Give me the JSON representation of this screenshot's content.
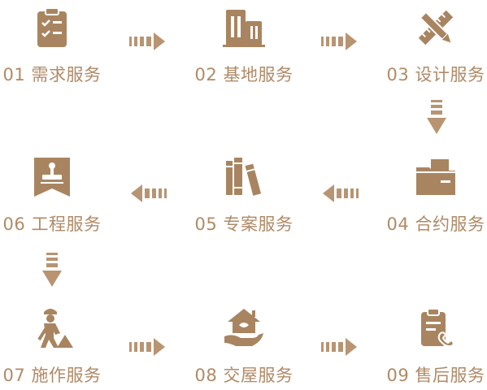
{
  "steps": [
    {
      "label": "01 需求服务",
      "icon": "clipboard-checklist-icon"
    },
    {
      "label": "02 基地服务",
      "icon": "buildings-icon"
    },
    {
      "label": "03 设计服务",
      "icon": "ruler-pencil-icon"
    },
    {
      "label": "04 合约服务",
      "icon": "folder-document-icon"
    },
    {
      "label": "05 专案服务",
      "icon": "books-icon"
    },
    {
      "label": "06 工程服务",
      "icon": "stamp-icon"
    },
    {
      "label": "07 施作服务",
      "icon": "construction-worker-icon"
    },
    {
      "label": "08 交屋服务",
      "icon": "house-hand-icon"
    },
    {
      "label": "09 售后服务",
      "icon": "phone-clipboard-icon"
    }
  ],
  "colors": {
    "icon": "#a88560",
    "text": "#b08a66",
    "arrow": "#b89472"
  }
}
